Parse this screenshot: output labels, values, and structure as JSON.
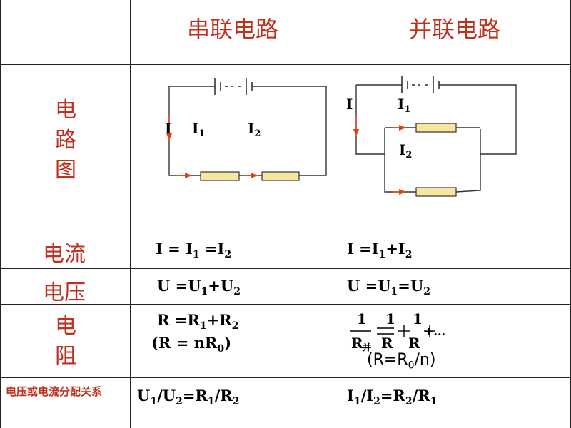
{
  "header": {
    "series_title": "串联电路",
    "parallel_title": "并联电路"
  },
  "rows": {
    "diagram_label": [
      "电",
      "路",
      "图"
    ],
    "current_label": "电流",
    "voltage_label": "电压",
    "resistance_label": [
      "电",
      "阻"
    ],
    "distribution_label": "电压或电流分配关系"
  },
  "series": {
    "diagram_labels": {
      "I": "I",
      "I1": "I",
      "I1_sub": "1",
      "I2": "I",
      "I2_sub": "2"
    },
    "current": {
      "a": "I = I",
      "a_sub": "1",
      "b": " =I",
      "b_sub": "2"
    },
    "voltage": {
      "a": "U =U",
      "a_sub": "1",
      "b": "+U",
      "b_sub": "2"
    },
    "resistance": {
      "a": "R =R",
      "a_sub": "1",
      "b": "+R",
      "b_sub": "2",
      "note": "(R = nR",
      "note_sub": "0",
      "note_end": ")"
    },
    "distribution": {
      "a": "U",
      "a_sub": "1",
      "b": "/U",
      "b_sub": "2",
      "c": "=R",
      "c_sub": "1",
      "d": "/R",
      "d_sub": "2"
    }
  },
  "parallel": {
    "diagram_labels": {
      "I": "I",
      "I1": "I",
      "I1_sub": "1",
      "I2": "I",
      "I2_sub": "2"
    },
    "current": {
      "a": "I =I",
      "a_sub": "1",
      "b": "+I",
      "b_sub": "2"
    },
    "voltage": {
      "a": "U =U",
      "a_sub": "1",
      "b": "=U",
      "b_sub": "2"
    },
    "resistance": {
      "num1": "1",
      "num2": "1",
      "num3": "1",
      "den1": "R",
      "den2": "R",
      "den3": "R",
      "sub1": "并",
      "dots": "+...",
      "note": "(R=R",
      "note_sub": "0",
      "note_end": "/n)"
    },
    "distribution": {
      "a": "I",
      "a_sub": "1",
      "b": "/I",
      "b_sub": "2",
      "c": "=R",
      "c_sub": "2",
      "d": "/R",
      "d_sub": "1"
    }
  },
  "colors": {
    "label_red": "#c0301f",
    "wire": "#333333",
    "arrow": "#e0401a",
    "resistor_fill": "#f5e6a0"
  }
}
